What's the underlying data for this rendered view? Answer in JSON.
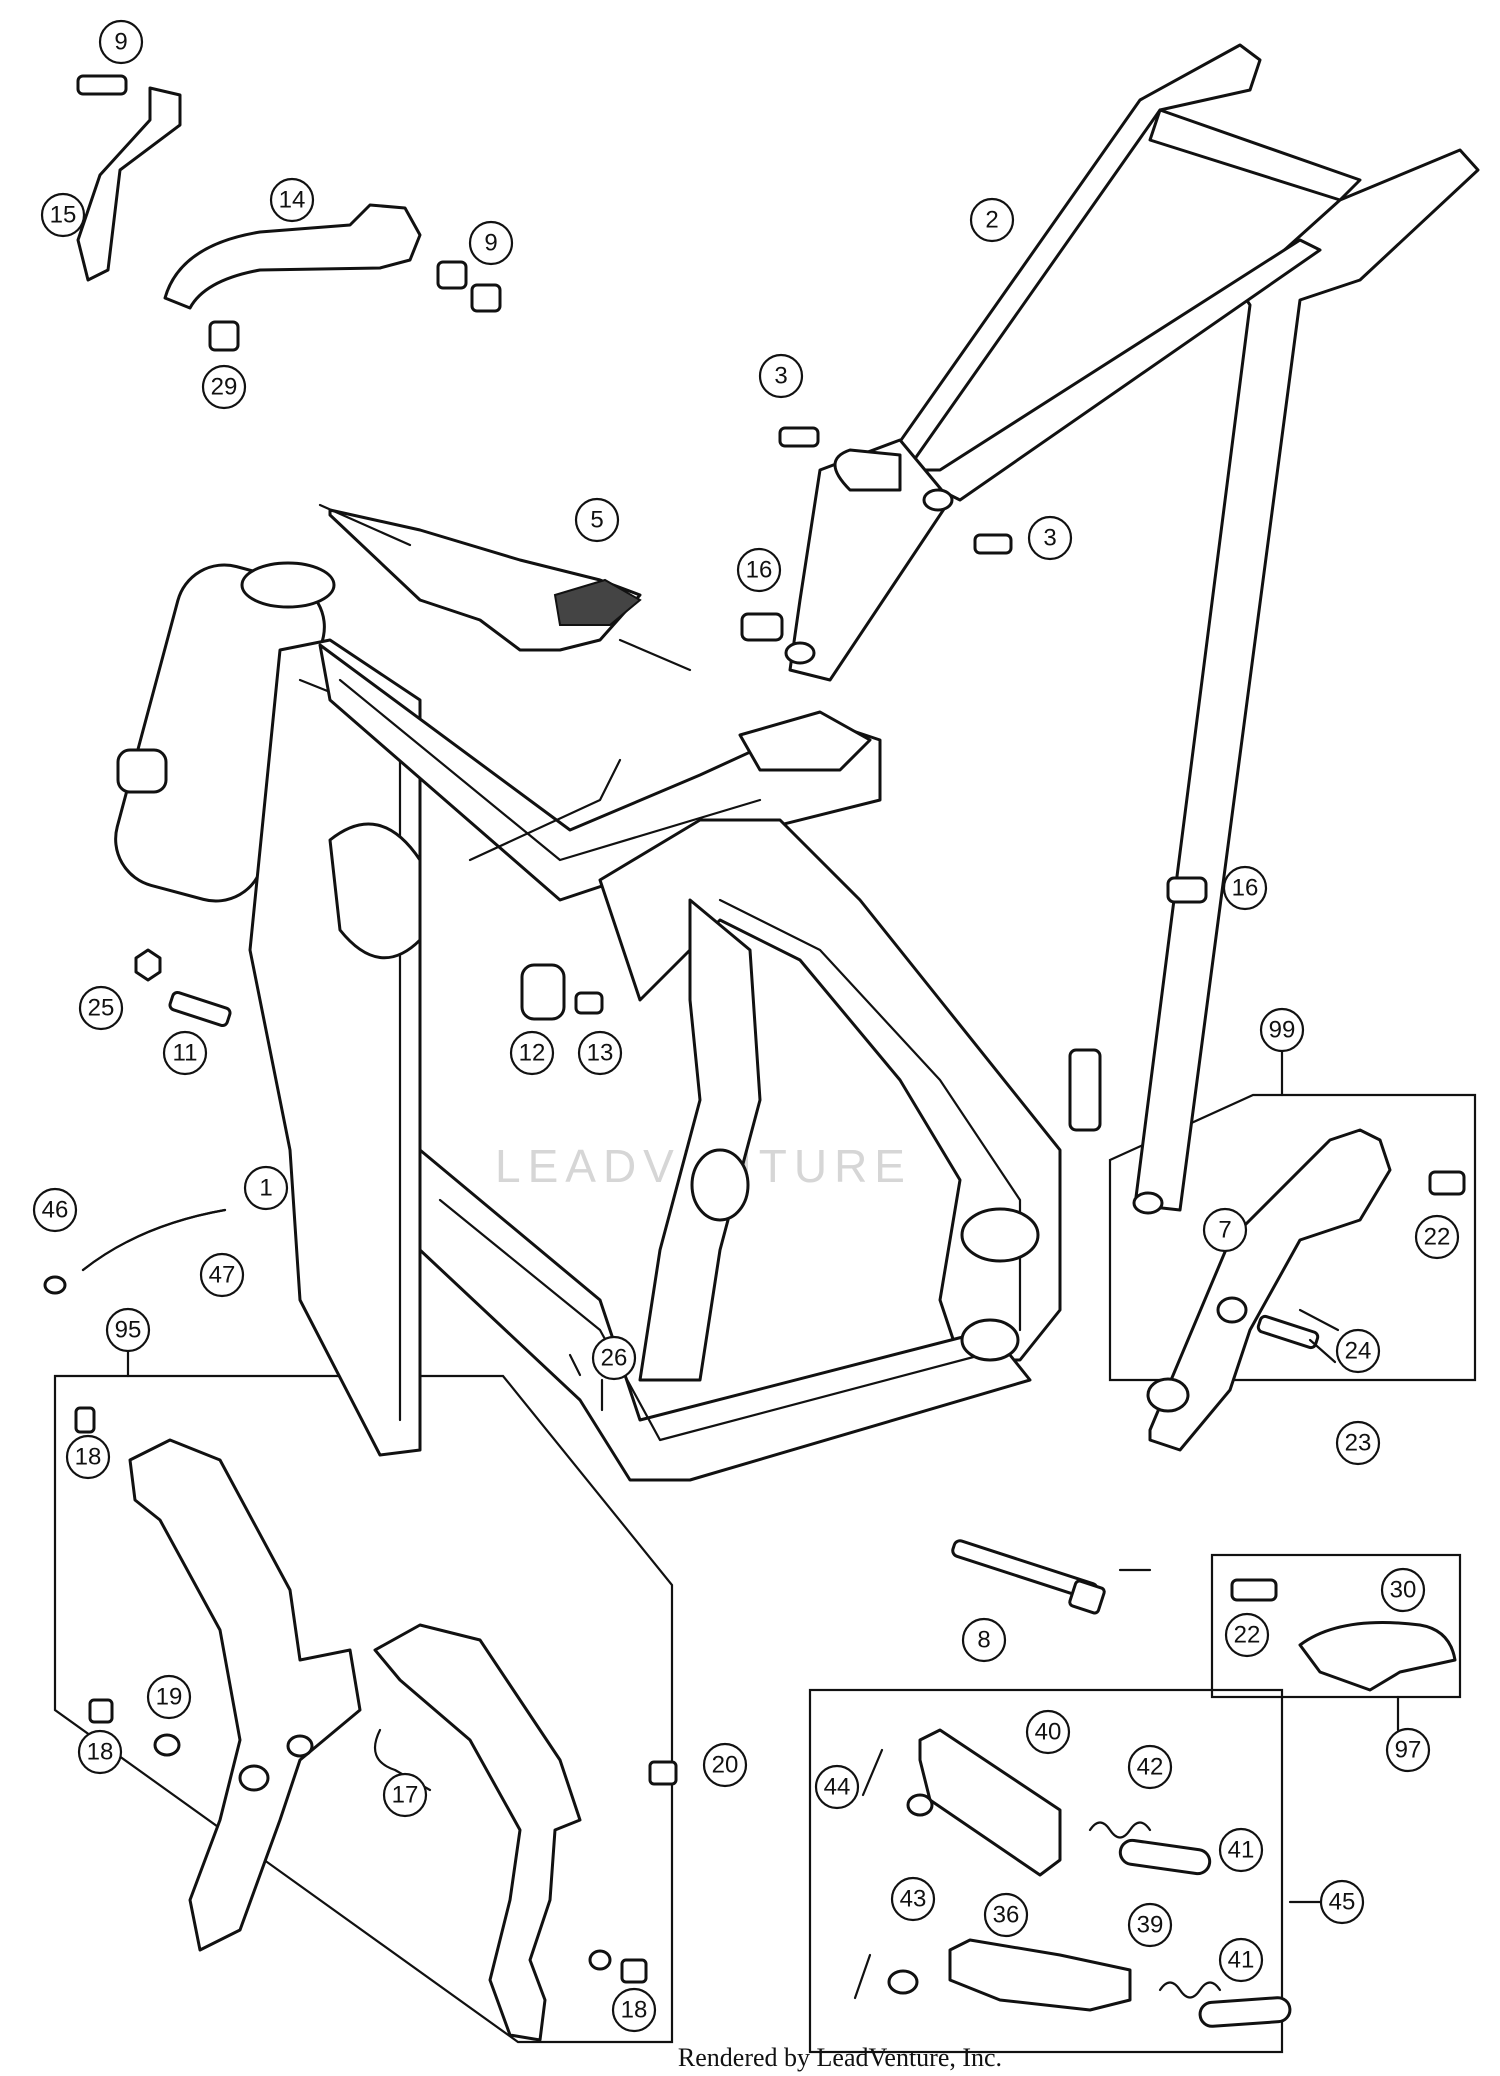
{
  "watermark": "LEADVENTURE",
  "credit": "Rendered by LeadVenture, Inc.",
  "callouts": [
    "9",
    "15",
    "14",
    "9",
    "29",
    "2",
    "3",
    "3",
    "5",
    "16",
    "16",
    "25",
    "11",
    "12",
    "13",
    "99",
    "7",
    "22",
    "24",
    "23",
    "1",
    "46",
    "47",
    "95",
    "26",
    "18",
    "19",
    "18",
    "20",
    "17",
    "18",
    "8",
    "22",
    "30",
    "97",
    "40",
    "42",
    "44",
    "41",
    "43",
    "36",
    "39",
    "41",
    "45"
  ]
}
